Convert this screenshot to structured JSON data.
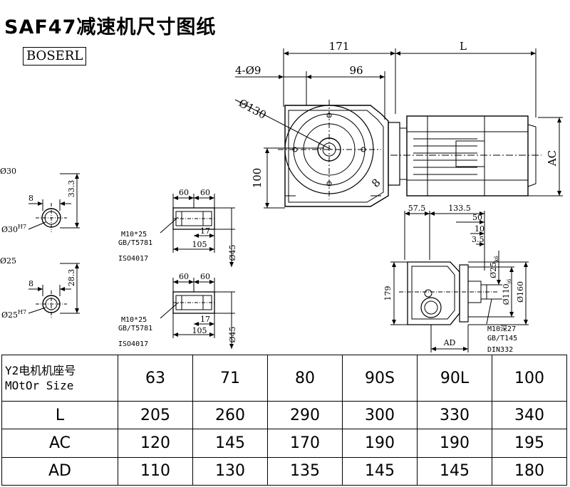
{
  "title": "SAF47减速机尺寸图纸",
  "brand": "BOSERL",
  "drawing": {
    "main_view": {
      "dim_171": "171",
      "dim_L": "L",
      "dim_holes": "4-Ø9",
      "dim_96": "96",
      "dim_d130": "Ø130",
      "dim_100": "100",
      "dim_AC": "AC",
      "label_8": "8"
    },
    "shaft_30": {
      "dia": "Ø30",
      "key": "8",
      "height": "33.3",
      "tol": "Ø30",
      "tol_sup": "H7"
    },
    "shaft_25": {
      "dia": "Ø25",
      "key": "8",
      "height": "28.3",
      "tol": "Ø25",
      "tol_sup": "H7"
    },
    "hollow_1": {
      "d60a": "60",
      "d60b": "60",
      "d17": "17",
      "d105": "105",
      "d45": "Ø45",
      "note1": "M10*25",
      "note2": "GB/T5781",
      "note3": "ISO4017"
    },
    "hollow_2": {
      "d60a": "60",
      "d60b": "60",
      "d17": "17",
      "d105": "105",
      "d45": "Ø45",
      "note1": "M10*25",
      "note2": "GB/T5781",
      "note3": "ISO4017"
    },
    "side_view": {
      "d57": "57.5",
      "d133": "133.5",
      "d50": "50",
      "d10": "10",
      "d3": "3.5",
      "d25": "Ø25",
      "d25_tol": "k6",
      "d110": "Ø110",
      "d110_tol": "j6",
      "d160": "Ø160",
      "d179": "179",
      "dAD": "AD",
      "note1": "M10深27",
      "note2": "GB/T145",
      "note3": "DIN332"
    }
  },
  "table": {
    "header_line1": "Y2电机机座号",
    "header_line2": "MOtOr Size",
    "sizes": [
      "63",
      "71",
      "80",
      "90S",
      "90L",
      "100"
    ],
    "rows": [
      {
        "label": "L",
        "values": [
          "205",
          "260",
          "290",
          "300",
          "330",
          "340"
        ]
      },
      {
        "label": "AC",
        "values": [
          "120",
          "145",
          "170",
          "190",
          "190",
          "195"
        ]
      },
      {
        "label": "AD",
        "values": [
          "110",
          "130",
          "135",
          "145",
          "145",
          "180"
        ]
      }
    ]
  }
}
